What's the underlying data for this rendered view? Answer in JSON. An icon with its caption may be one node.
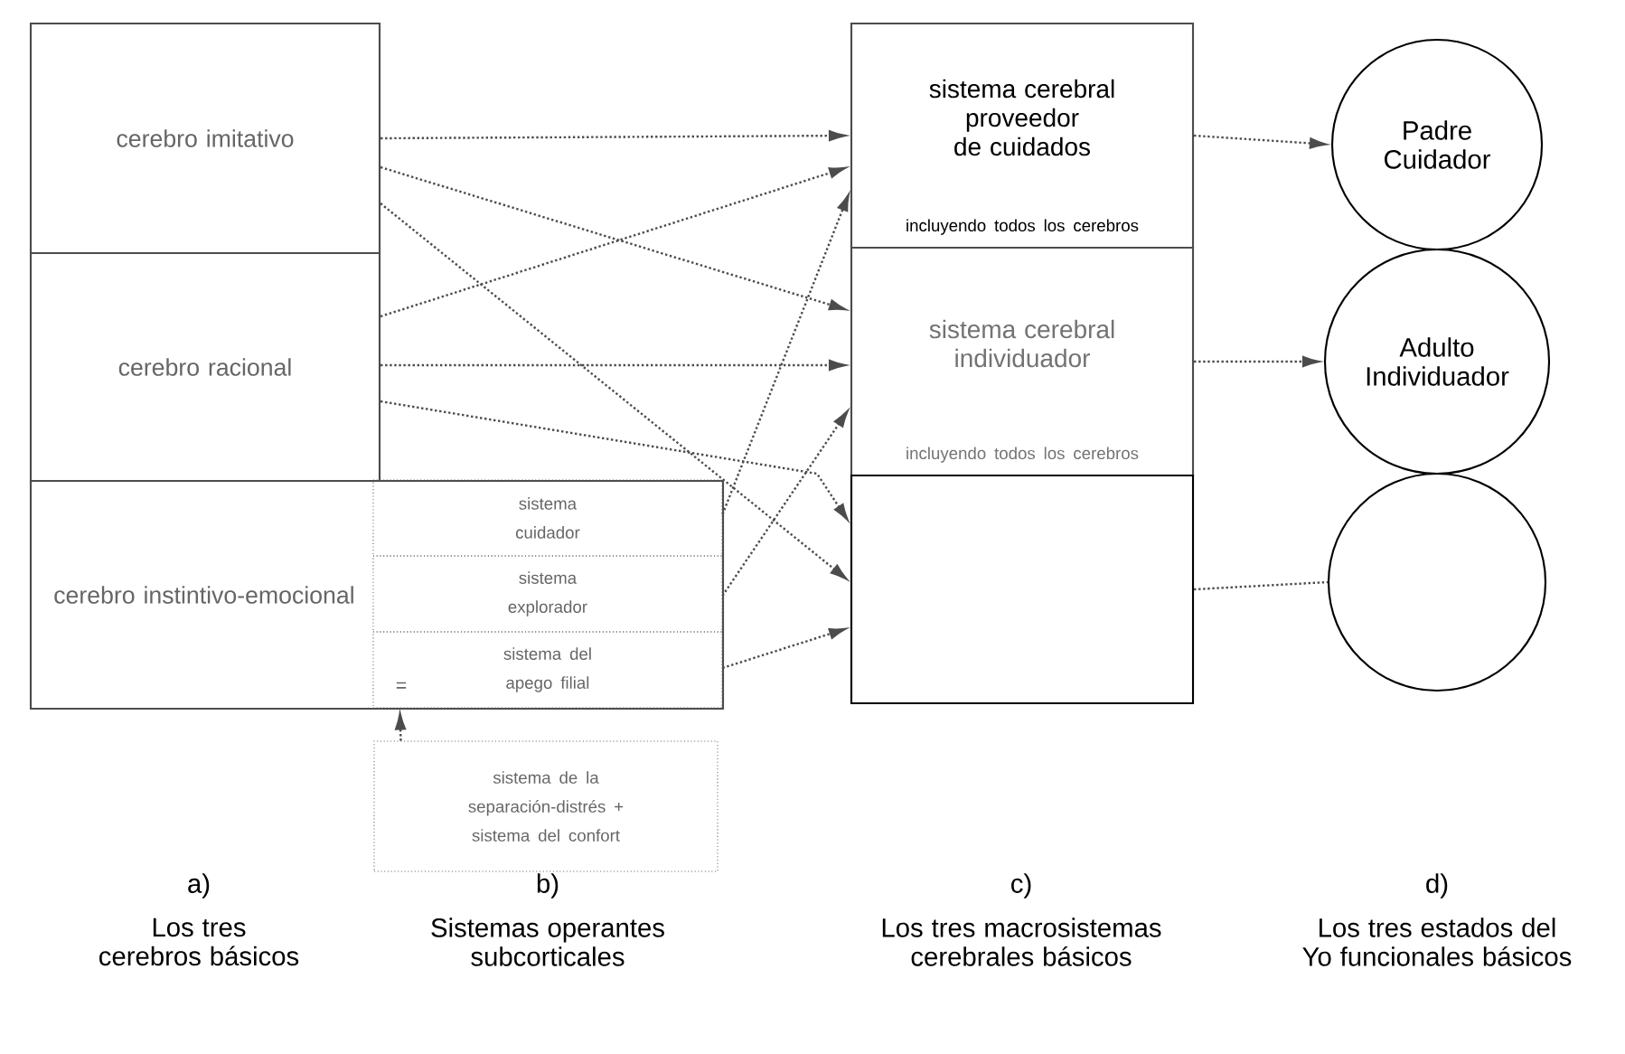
{
  "diagram": {
    "nodes": [
      {
        "text": [
          "cerebro imitativo"
        ]
      },
      {
        "text": [
          "cerebro racional"
        ]
      },
      {
        "text": [
          "cerebro instintivo-emocional"
        ]
      },
      {
        "text": [
          "sistema cuidador"
        ],
        "in": 2
      },
      {
        "text": [
          "sistema explorador"
        ],
        "in": 2
      },
      {
        "text": [
          "sistema del apego filial"
        ],
        "in": 2
      },
      {
        "text": [
          "sistema de la separación-distrés + sistema del confort"
        ]
      },
      {
        "text": [
          "sistema cerebral proveedor de cuidados",
          "incluyendo todos los cerebros"
        ]
      },
      {
        "text": [
          "sistema cerebral individuador",
          "incluyendo todos los cerebros"
        ]
      },
      {
        "text": [],
        "shape": "box"
      },
      {
        "text": [
          "Padre Cuidador"
        ]
      },
      {
        "text": [
          "Adulto Individuador"
        ]
      },
      {
        "text": [],
        "shape": "circle"
      }
    ],
    "edges": [
      {
        "from": 0,
        "to": 7,
        "arrow": "to",
        "style": "dashed"
      },
      {
        "from": 0,
        "to": 8,
        "arrow": "to",
        "style": "dashed"
      },
      {
        "from": 0,
        "to": 9,
        "arrow": "to",
        "style": "dashed"
      },
      {
        "from": 1,
        "to": 7,
        "arrow": "to",
        "style": "dashed"
      },
      {
        "from": 1,
        "to": 8,
        "arrow": "to",
        "style": "dashed"
      },
      {
        "from": 1,
        "to": 9,
        "arrow": "to",
        "style": "dashed"
      },
      {
        "from": 3,
        "to": 7,
        "arrow": "to",
        "style": "dashed"
      },
      {
        "from": 4,
        "to": 8,
        "arrow": "to",
        "style": "dashed"
      },
      {
        "from": 5,
        "to": 9,
        "arrow": "to",
        "style": "dashed"
      },
      {
        "from": 6,
        "to": 5,
        "arrow": "to",
        "style": "dashed"
      },
      {
        "from": 7,
        "to": 10,
        "arrow": "to",
        "style": "dashed"
      },
      {
        "from": 8,
        "to": 11,
        "arrow": "to",
        "style": "dashed"
      },
      {
        "from": 9,
        "to": 12,
        "arrow": "none",
        "style": "dashed"
      }
    ],
    "labels": [
      "=",
      "a)",
      "b)",
      "c)",
      "d)",
      "Los tres cerebros básicos",
      "Sistemas operantes subcorticales",
      "Los tres macrosistemas cerebrales básicos",
      "Los tres estados del Yo funcionales básicos"
    ]
  }
}
